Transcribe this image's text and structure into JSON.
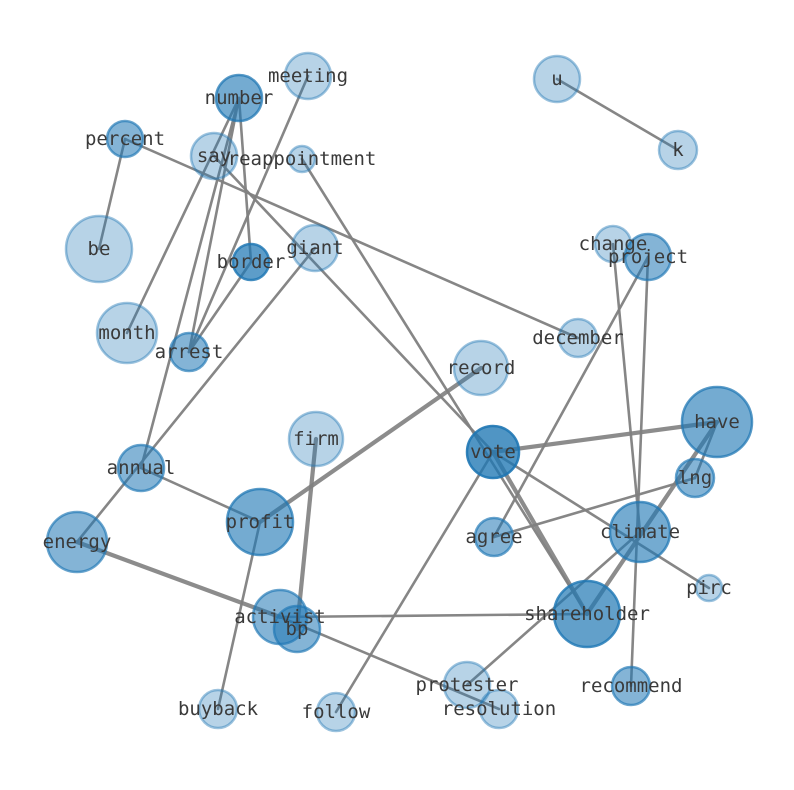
{
  "graph": {
    "node_color": "#1f77b4",
    "edge_color": "#808080",
    "nodes": [
      {
        "id": "u",
        "label": "u",
        "degree": 1
      },
      {
        "id": "k",
        "label": "k",
        "degree": 1
      },
      {
        "id": "meeting",
        "label": "meeting",
        "degree": 1
      },
      {
        "id": "number",
        "label": "number",
        "degree": 4
      },
      {
        "id": "percent",
        "label": "percent",
        "degree": 2
      },
      {
        "id": "say",
        "label": "say",
        "degree": 1
      },
      {
        "id": "reappointment",
        "label": "reappointment",
        "degree": 1
      },
      {
        "id": "be",
        "label": "be",
        "degree": 1
      },
      {
        "id": "border",
        "label": "border",
        "degree": 3
      },
      {
        "id": "giant",
        "label": "giant",
        "degree": 2
      },
      {
        "id": "change",
        "label": "change",
        "degree": 1
      },
      {
        "id": "project",
        "label": "project",
        "degree": 2
      },
      {
        "id": "month",
        "label": "month",
        "degree": 1
      },
      {
        "id": "arrest",
        "label": "arrest",
        "degree": 3
      },
      {
        "id": "december",
        "label": "december",
        "degree": 1
      },
      {
        "id": "record",
        "label": "record",
        "degree": 1
      },
      {
        "id": "have",
        "label": "have",
        "degree": 4
      },
      {
        "id": "firm",
        "label": "firm",
        "degree": 1
      },
      {
        "id": "vote",
        "label": "vote",
        "degree": 5
      },
      {
        "id": "annual",
        "label": "annual",
        "degree": 3
      },
      {
        "id": "lng",
        "label": "lng",
        "degree": 2
      },
      {
        "id": "profit",
        "label": "profit",
        "degree": 3
      },
      {
        "id": "agree",
        "label": "agree",
        "degree": 2
      },
      {
        "id": "climate",
        "label": "climate",
        "degree": 3
      },
      {
        "id": "energy",
        "label": "energy",
        "degree": 3
      },
      {
        "id": "pirc",
        "label": "pirc",
        "degree": 1
      },
      {
        "id": "activist",
        "label": "activist",
        "degree": 3
      },
      {
        "id": "bp",
        "label": "bp",
        "degree": 2
      },
      {
        "id": "shareholder",
        "label": "shareholder",
        "degree": 5
      },
      {
        "id": "protester",
        "label": "protester",
        "degree": 1
      },
      {
        "id": "recommend",
        "label": "recommend",
        "degree": 2
      },
      {
        "id": "buyback",
        "label": "buyback",
        "degree": 1
      },
      {
        "id": "follow",
        "label": "follow",
        "degree": 1
      },
      {
        "id": "resolution",
        "label": "resolution",
        "degree": 1
      }
    ],
    "edges": [
      {
        "source": "u",
        "target": "k",
        "weight": 1
      },
      {
        "source": "percent",
        "target": "be",
        "weight": 1
      },
      {
        "source": "percent",
        "target": "december",
        "weight": 1
      },
      {
        "source": "number",
        "target": "border",
        "weight": 1
      },
      {
        "source": "number",
        "target": "arrest",
        "weight": 1
      },
      {
        "source": "number",
        "target": "month",
        "weight": 1
      },
      {
        "source": "number",
        "target": "annual",
        "weight": 1
      },
      {
        "source": "meeting",
        "target": "arrest",
        "weight": 1
      },
      {
        "source": "border",
        "target": "arrest",
        "weight": 1
      },
      {
        "source": "say",
        "target": "vote",
        "weight": 1
      },
      {
        "source": "reappointment",
        "target": "shareholder",
        "weight": 1
      },
      {
        "source": "giant",
        "target": "energy",
        "weight": 1
      },
      {
        "source": "change",
        "target": "climate",
        "weight": 1
      },
      {
        "source": "project",
        "target": "agree",
        "weight": 1
      },
      {
        "source": "project",
        "target": "recommend",
        "weight": 1
      },
      {
        "source": "record",
        "target": "profit",
        "weight": 2
      },
      {
        "source": "firm",
        "target": "bp",
        "weight": 2
      },
      {
        "source": "vote",
        "target": "have",
        "weight": 2
      },
      {
        "source": "vote",
        "target": "shareholder",
        "weight": 2
      },
      {
        "source": "vote",
        "target": "pirc",
        "weight": 1
      },
      {
        "source": "vote",
        "target": "follow",
        "weight": 1
      },
      {
        "source": "annual",
        "target": "profit",
        "weight": 1
      },
      {
        "source": "profit",
        "target": "buyback",
        "weight": 1
      },
      {
        "source": "lng",
        "target": "agree",
        "weight": 1
      },
      {
        "source": "have",
        "target": "shareholder",
        "weight": 2
      },
      {
        "source": "have",
        "target": "lng",
        "weight": 1
      },
      {
        "source": "climate",
        "target": "protester",
        "weight": 1
      },
      {
        "source": "energy",
        "target": "activist",
        "weight": 2
      },
      {
        "source": "activist",
        "target": "shareholder",
        "weight": 1
      },
      {
        "source": "activist",
        "target": "resolution",
        "weight": 1
      }
    ]
  }
}
